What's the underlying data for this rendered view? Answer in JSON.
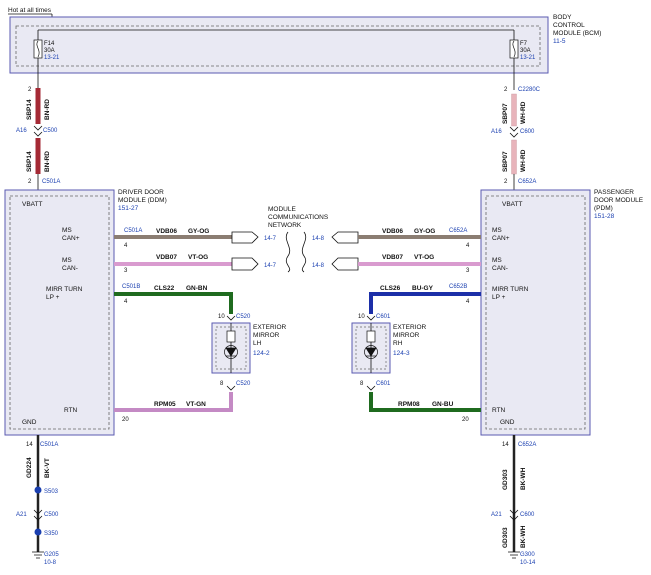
{
  "header": {
    "hot_at_all_times": "Hot at all times"
  },
  "bcm": {
    "title_lines": [
      "BODY",
      "CONTROL",
      "MODULE (BCM)"
    ],
    "ref": "11-5",
    "fuse_left": {
      "name": "F14",
      "amps": "30A",
      "ref": "13-21"
    },
    "fuse_right": {
      "name": "F7",
      "amps": "30A",
      "ref": "13-21"
    }
  },
  "ddm": {
    "title_lines": [
      "DRIVER DOOR",
      "MODULE (DDM)"
    ],
    "ref": "151-27",
    "pins": {
      "vbatt": "VBATT",
      "ms_can_plus": [
        "MS",
        "CAN+"
      ],
      "ms_can_minus": [
        "MS",
        "CAN-"
      ],
      "mirr_turn": [
        "MIRR TURN",
        "LP +"
      ],
      "rtn": "RTN",
      "gnd": "GND"
    },
    "pin_numbers": {
      "can_plus": "4",
      "can_minus": "3",
      "mirr_turn": "4",
      "rtn": "20",
      "gnd": "14"
    },
    "connectors": {
      "power": "C501A",
      "can_plus": "C501A",
      "mirr_turn": "C501B",
      "gnd": "C501A"
    }
  },
  "pdm": {
    "title_lines": [
      "PASSENGER",
      "DOOR MODULE",
      "(PDM)"
    ],
    "ref": "151-28",
    "pins": {
      "vbatt": "VBATT",
      "ms_can_plus": [
        "MS",
        "CAN+"
      ],
      "ms_can_minus": [
        "MS",
        "CAN-"
      ],
      "mirr_turn": [
        "MIRR TURN",
        "LP +"
      ],
      "rtn": "RTN",
      "gnd": "GND"
    },
    "pin_numbers": {
      "can_plus": "4",
      "can_minus": "3",
      "mirr_turn": "4",
      "rtn": "20",
      "gnd": "14"
    },
    "connectors": {
      "power": "C652A",
      "can_plus": "C652A",
      "mirr_turn": "C652B",
      "gnd": "C652A"
    }
  },
  "network": {
    "title_lines": [
      "MODULE",
      "COMMUNICATIONS",
      "NETWORK"
    ],
    "refs": {
      "left_top": "14-7",
      "left_bottom": "14-7",
      "right_top": "14-8",
      "right_bottom": "14-8"
    }
  },
  "left_power": {
    "pin_top": "2",
    "wire1": {
      "circuit": "SBP14",
      "color": "BN-RD"
    },
    "conn_pin": "A16",
    "conn": "C500",
    "wire2": {
      "circuit": "SBP14",
      "color": "BN-RD"
    },
    "pin_bottom": "2"
  },
  "right_power": {
    "pin_top": "2",
    "conn_top": "C2280C",
    "wire1": {
      "circuit": "SBP07",
      "color": "WH-RD"
    },
    "conn_pin": "A16",
    "conn": "C600",
    "wire2": {
      "circuit": "SBP07",
      "color": "WH-RD"
    },
    "pin_bottom": "2"
  },
  "left_wires": {
    "can_plus": {
      "circuit": "VDB06",
      "color": "GY-OG"
    },
    "can_minus": {
      "circuit": "VDB07",
      "color": "VT-OG"
    },
    "turn": {
      "circuit": "CLS22",
      "color": "GN-BN"
    },
    "rtn": {
      "circuit": "RPM05",
      "color": "VT-GN"
    }
  },
  "right_wires": {
    "can_plus": {
      "circuit": "VDB06",
      "color": "GY-OG"
    },
    "can_minus": {
      "circuit": "VDB07",
      "color": "VT-OG"
    },
    "turn": {
      "circuit": "CLS26",
      "color": "BU-GY"
    },
    "rtn": {
      "circuit": "RPM08",
      "color": "GN-BU"
    }
  },
  "mirror_lh": {
    "title_lines": [
      "EXTERIOR",
      "MIRROR",
      "LH"
    ],
    "ref": "124-2",
    "top_pin": "10",
    "top_conn": "C520",
    "bottom_pin": "8",
    "bottom_conn": "C520"
  },
  "mirror_rh": {
    "title_lines": [
      "EXTERIOR",
      "MIRROR",
      "RH"
    ],
    "ref": "124-3",
    "top_pin": "10",
    "top_conn": "C601",
    "bottom_pin": "8",
    "bottom_conn": "C601"
  },
  "left_ground": {
    "wire": {
      "circuit": "GD224",
      "color": "BK-VT"
    },
    "splice1": "S503",
    "conn_pin": "A21",
    "conn": "C500",
    "splice2": "S350",
    "ground": "G205",
    "ground_ref": "10-8"
  },
  "right_ground": {
    "wire1": {
      "circuit": "GD303",
      "color": "BK-WH"
    },
    "conn_pin": "A21",
    "conn": "C600",
    "wire2": {
      "circuit": "GD303",
      "color": "BK-WH"
    },
    "ground": "G300",
    "ground_ref": "10-14"
  },
  "colors": {
    "bn_rd": "#a52a35",
    "wh_rd": "#e8b4bb",
    "gy_og": "#8b7d72",
    "vt_og": "#d99bcf",
    "gn_bn": "#1f6b1f",
    "vt_gn": "#c48ac4",
    "bu_gy": "#1c2fa8",
    "gn_bu": "#1f6b1f",
    "bk": "#222222",
    "module_bg": "#e9e9f3",
    "module_border": "#5a5ab0",
    "blue_text": "#1a3fb0"
  }
}
